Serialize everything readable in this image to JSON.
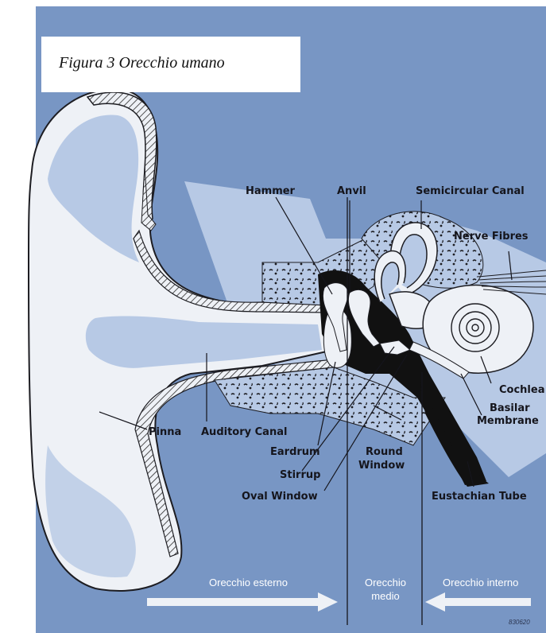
{
  "title": "Figura 3 Orecchio umano",
  "labels": {
    "hammer": "Hammer",
    "anvil": "Anvil",
    "semicircular_canal": "Semicircular Canal",
    "nerve_fibres": "Nerve Fibres",
    "cochlea": "Cochlea",
    "basilar": "Basilar",
    "membrane": "Membrane",
    "pinna": "Pinna",
    "auditory_canal": "Auditory Canal",
    "eardrum": "Eardrum",
    "round": "Round",
    "window": "Window",
    "stirrup": "Stirrup",
    "oval_window": "Oval Window",
    "eustachian_tube": "Eustachian Tube"
  },
  "zones": {
    "outer": "Orecchio esterno",
    "middle_1": "Orecchio",
    "middle_2": "medio",
    "inner": "Orecchio interno"
  },
  "figure_code": "830620",
  "colors": {
    "background_blue": "#7896c4",
    "light_blue": "#b7c9e5",
    "pale": "#eef1f6",
    "bone": "#cfdcef",
    "dark": "#111111"
  }
}
